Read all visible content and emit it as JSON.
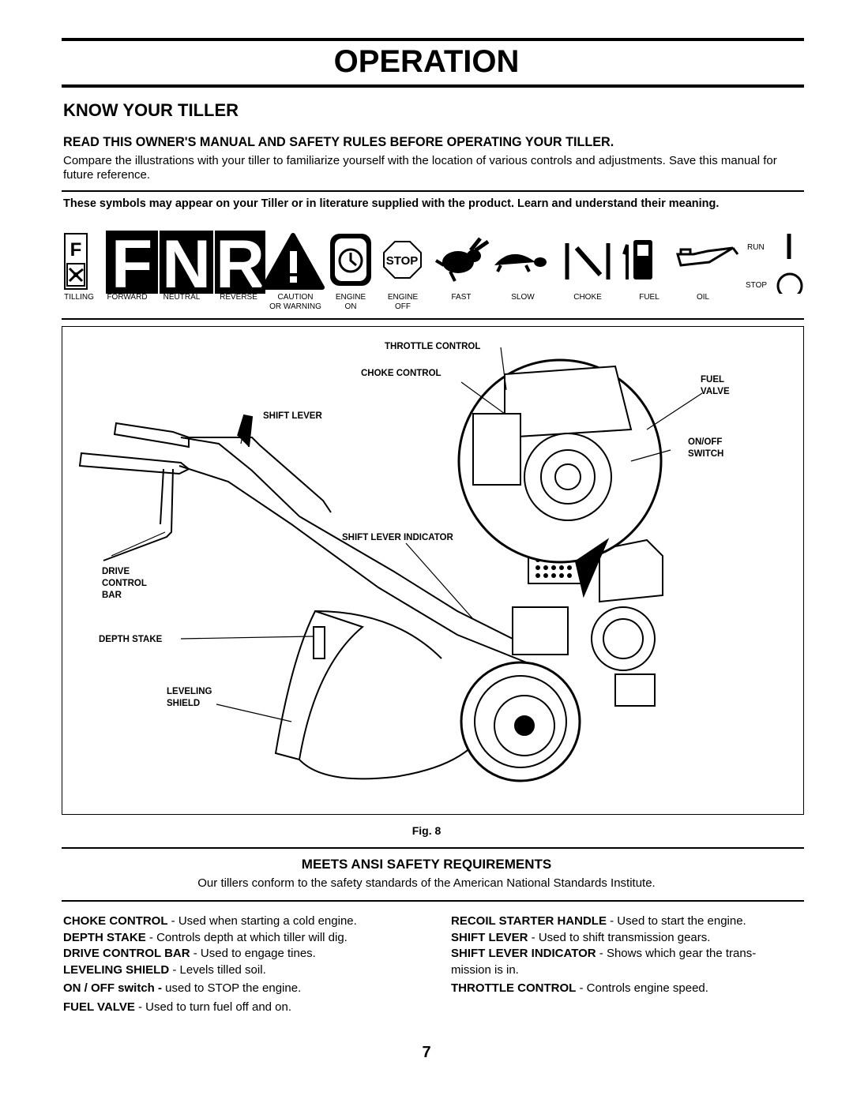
{
  "header": {
    "title": "OPERATION"
  },
  "section": {
    "heading": "KNOW YOUR TILLER",
    "subheading": "READ THIS OWNER'S MANUAL AND SAFETY RULES BEFORE OPERATING YOUR TILLER.",
    "intro": "Compare the illustrations with your tiller to familiarize yourself with the location of various controls and adjustments. Save this manual for future reference."
  },
  "symbols": {
    "note": "These symbols  may appear on your Tiller or in literature supplied with the product.  Learn and understand their meaning.",
    "glyph_f": "F",
    "glyph_fnr": [
      "F",
      "N",
      "R"
    ],
    "stop_glyph": "STOP",
    "labels": [
      {
        "line1": "TILLING",
        "line2": ""
      },
      {
        "line1": "FORWARD",
        "line2": ""
      },
      {
        "line1": "NEUTRAL",
        "line2": ""
      },
      {
        "line1": "REVERSE",
        "line2": ""
      },
      {
        "line1": "CAUTION",
        "line2": "OR WARNING"
      },
      {
        "line1": "ENGINE",
        "line2": "ON"
      },
      {
        "line1": "ENGINE",
        "line2": "OFF"
      },
      {
        "line1": "FAST",
        "line2": ""
      },
      {
        "line1": "SLOW",
        "line2": ""
      },
      {
        "line1": "CHOKE",
        "line2": ""
      },
      {
        "line1": "FUEL",
        "line2": ""
      },
      {
        "line1": "OIL",
        "line2": ""
      }
    ],
    "run_label": "RUN",
    "stop_label": "STOP"
  },
  "figure": {
    "caption": "Fig. 8",
    "callouts": {
      "throttle_control": "THROTTLE CONTROL",
      "choke_control": "CHOKE CONTROL",
      "fuel_valve": [
        "FUEL",
        "VALVE"
      ],
      "shift_lever": "SHIFT LEVER",
      "on_off_switch": [
        "ON/OFF",
        "SWITCH"
      ],
      "shift_lever_indicator": "SHIFT LEVER INDICATOR",
      "drive_control_bar": [
        "DRIVE",
        "CONTROL",
        "BAR"
      ],
      "depth_stake": "DEPTH STAKE",
      "leveling_shield": [
        "LEVELING",
        "SHIELD"
      ]
    }
  },
  "ansi": {
    "heading": "MEETS ANSI SAFETY REQUIREMENTS",
    "text": "Our tillers conform to the safety standards of the American National Standards Institute."
  },
  "definitions": {
    "left": [
      {
        "term": "CHOKE CONTROL",
        "desc": " - Used  when starting a cold engine."
      },
      {
        "term": "DEPTH STAKE",
        "desc": " - Controls depth at which tiller will dig."
      },
      {
        "term": "DRIVE CONTROL BAR",
        "desc": " - Used to engage tines."
      },
      {
        "term": "LEVELING SHIELD",
        "desc": " - Levels tilled soil."
      },
      {
        "term": "ON / OFF switch - ",
        "desc": "used to STOP the engine."
      },
      {
        "term": "FUEL VALVE",
        "desc": " - Used to turn fuel off and on."
      }
    ],
    "right": [
      {
        "term": "RECOIL STARTER HANDLE",
        "desc": " - Used to start the engine."
      },
      {
        "term": "SHIFT LEVER",
        "desc": " - Used to shift transmission gears."
      },
      {
        "term": "SHIFT LEVER INDICATOR",
        "desc": " - Shows which gear the trans-"
      },
      {
        "term": "",
        "desc": "mission is in."
      },
      {
        "term": "THROTTLE CONTROL",
        "desc": " - Controls engine speed."
      }
    ]
  },
  "page_number": "7"
}
